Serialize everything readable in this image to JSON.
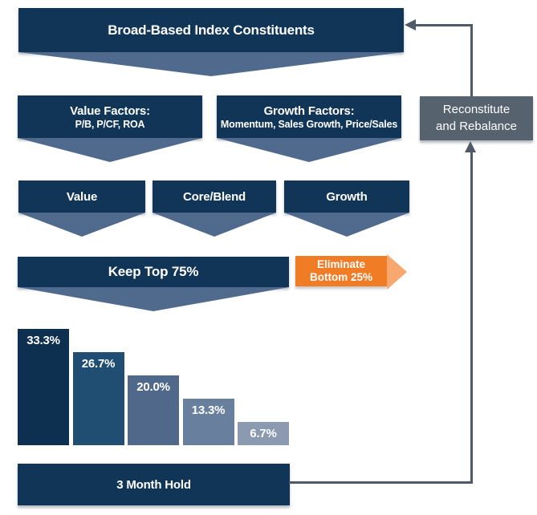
{
  "colors": {
    "box_navy": "#113557",
    "chevron_blue": "#506a8e",
    "rebalance_gray": "#57626f",
    "loop_line": "#4e5a67",
    "eliminate_orange": "#f07d26",
    "eliminate_arrow_light": "#f8a76f",
    "text_white": "#ffffff"
  },
  "flow": {
    "top_box": "Broad-Based Index Constituents",
    "factor_boxes": [
      {
        "title": "Value Factors:",
        "subtitle": "P/B, P/CF, ROA"
      },
      {
        "title": "Growth Factors:",
        "subtitle": "Momentum, Sales Growth, Price/Sales"
      }
    ],
    "style_boxes": [
      {
        "label": "Value"
      },
      {
        "label": "Core/Blend"
      },
      {
        "label": "Growth"
      }
    ],
    "keep_box": "Keep Top 75%",
    "eliminate_flag": {
      "line1": "Eliminate",
      "line2": "Bottom 25%"
    },
    "hold_box": "3 Month Hold",
    "rebalance_box": {
      "line1": "Reconstitute",
      "line2": "and Rebalance"
    }
  },
  "chart_data": {
    "type": "bar",
    "values": [
      33.3,
      26.7,
      20.0,
      13.3,
      6.7
    ],
    "labels": [
      "33.3%",
      "26.7%",
      "20.0%",
      "13.3%",
      "6.7%"
    ],
    "bar_colors": [
      "#0d3050",
      "#1f4e72",
      "#50698b",
      "#68809e",
      "#8b9ab1"
    ],
    "ylim": [
      0,
      33.3
    ],
    "grid": false,
    "legend": false
  }
}
